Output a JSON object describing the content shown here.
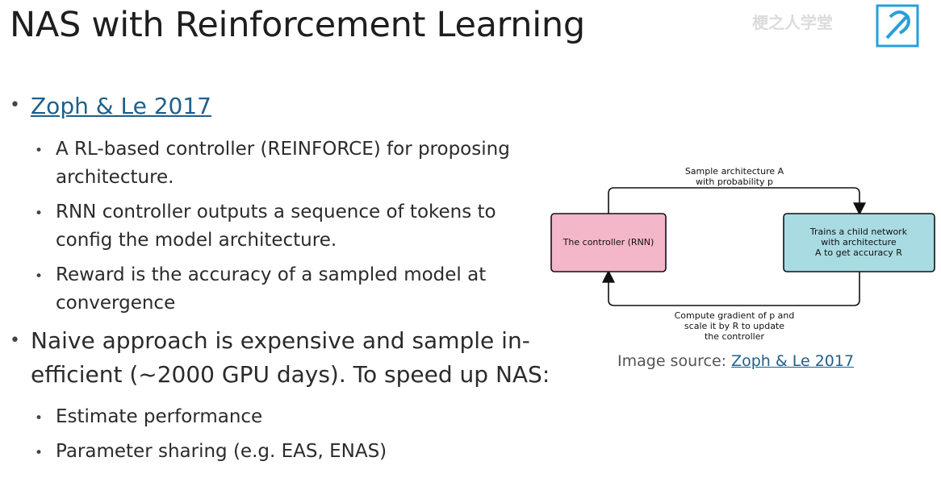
{
  "slide": {
    "title": "NAS with Reinforcement Learning",
    "watermark": "梗之人学堂",
    "items": [
      {
        "text": "Zoph & Le 2017"
      },
      {
        "text": "A RL-based controller (REINFORCE) for proposing"
      },
      {
        "text": "architecture."
      },
      {
        "text": "RNN controller outputs a sequence of tokens to"
      },
      {
        "text": "config the model architecture."
      },
      {
        "text": "Reward is the accuracy of a sampled model at"
      },
      {
        "text": "convergence"
      },
      {
        "text": "Naive approach is expensive and sample in-"
      },
      {
        "text": "efficient (~2000 GPU days). To speed up NAS:"
      },
      {
        "text": "Estimate performance"
      },
      {
        "text": "Parameter sharing (e.g. EAS, ENAS)"
      }
    ]
  },
  "diagram": {
    "top_label_1": "Sample architecture A",
    "top_label_2": "with probability p",
    "controller_label": "The controller (RNN)",
    "child_label_1": "Trains a child network",
    "child_label_2": "with architecture",
    "child_label_3": "A to get accuracy R",
    "bottom_label_1": "Compute gradient of p and",
    "bottom_label_2": "scale it by R to update",
    "bottom_label_3": "the controller",
    "controller_color": "#f4b6c9",
    "child_color": "#a9dbe3"
  },
  "image_source": {
    "prefix": "Image source: ",
    "link": "Zoph & Le 2017"
  },
  "colors": {
    "link": "#1f5f8b",
    "logo": "#26a0d8"
  }
}
